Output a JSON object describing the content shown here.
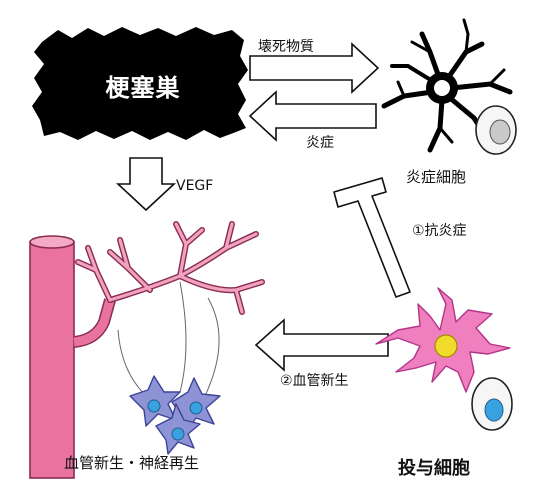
{
  "nodes": {
    "infarct": {
      "label": "梗塞巣"
    },
    "inflammatory_cell": {
      "label": "炎症細胞"
    },
    "regeneration": {
      "label": "血管新生・神経再生"
    },
    "transplanted_cell": {
      "label": "投与細胞"
    }
  },
  "edges": {
    "necrotic_material": {
      "label": "壊死物質"
    },
    "inflammation": {
      "label": "炎症"
    },
    "vegf": {
      "label": "VEGF"
    },
    "anti_inflammation": {
      "label": "①抗炎症"
    },
    "angiogenesis": {
      "label": "②血管新生"
    }
  },
  "colors": {
    "infarct_fill": "#000000",
    "vessel_pink": "#e9739e",
    "transplant_pink": "#f07fc0",
    "yellow_nucleus": "#f2dc2b",
    "neuron_blue": "#8e93d6",
    "nucleus_blue": "#3aa1e0",
    "arrow_outline": "#111111"
  }
}
